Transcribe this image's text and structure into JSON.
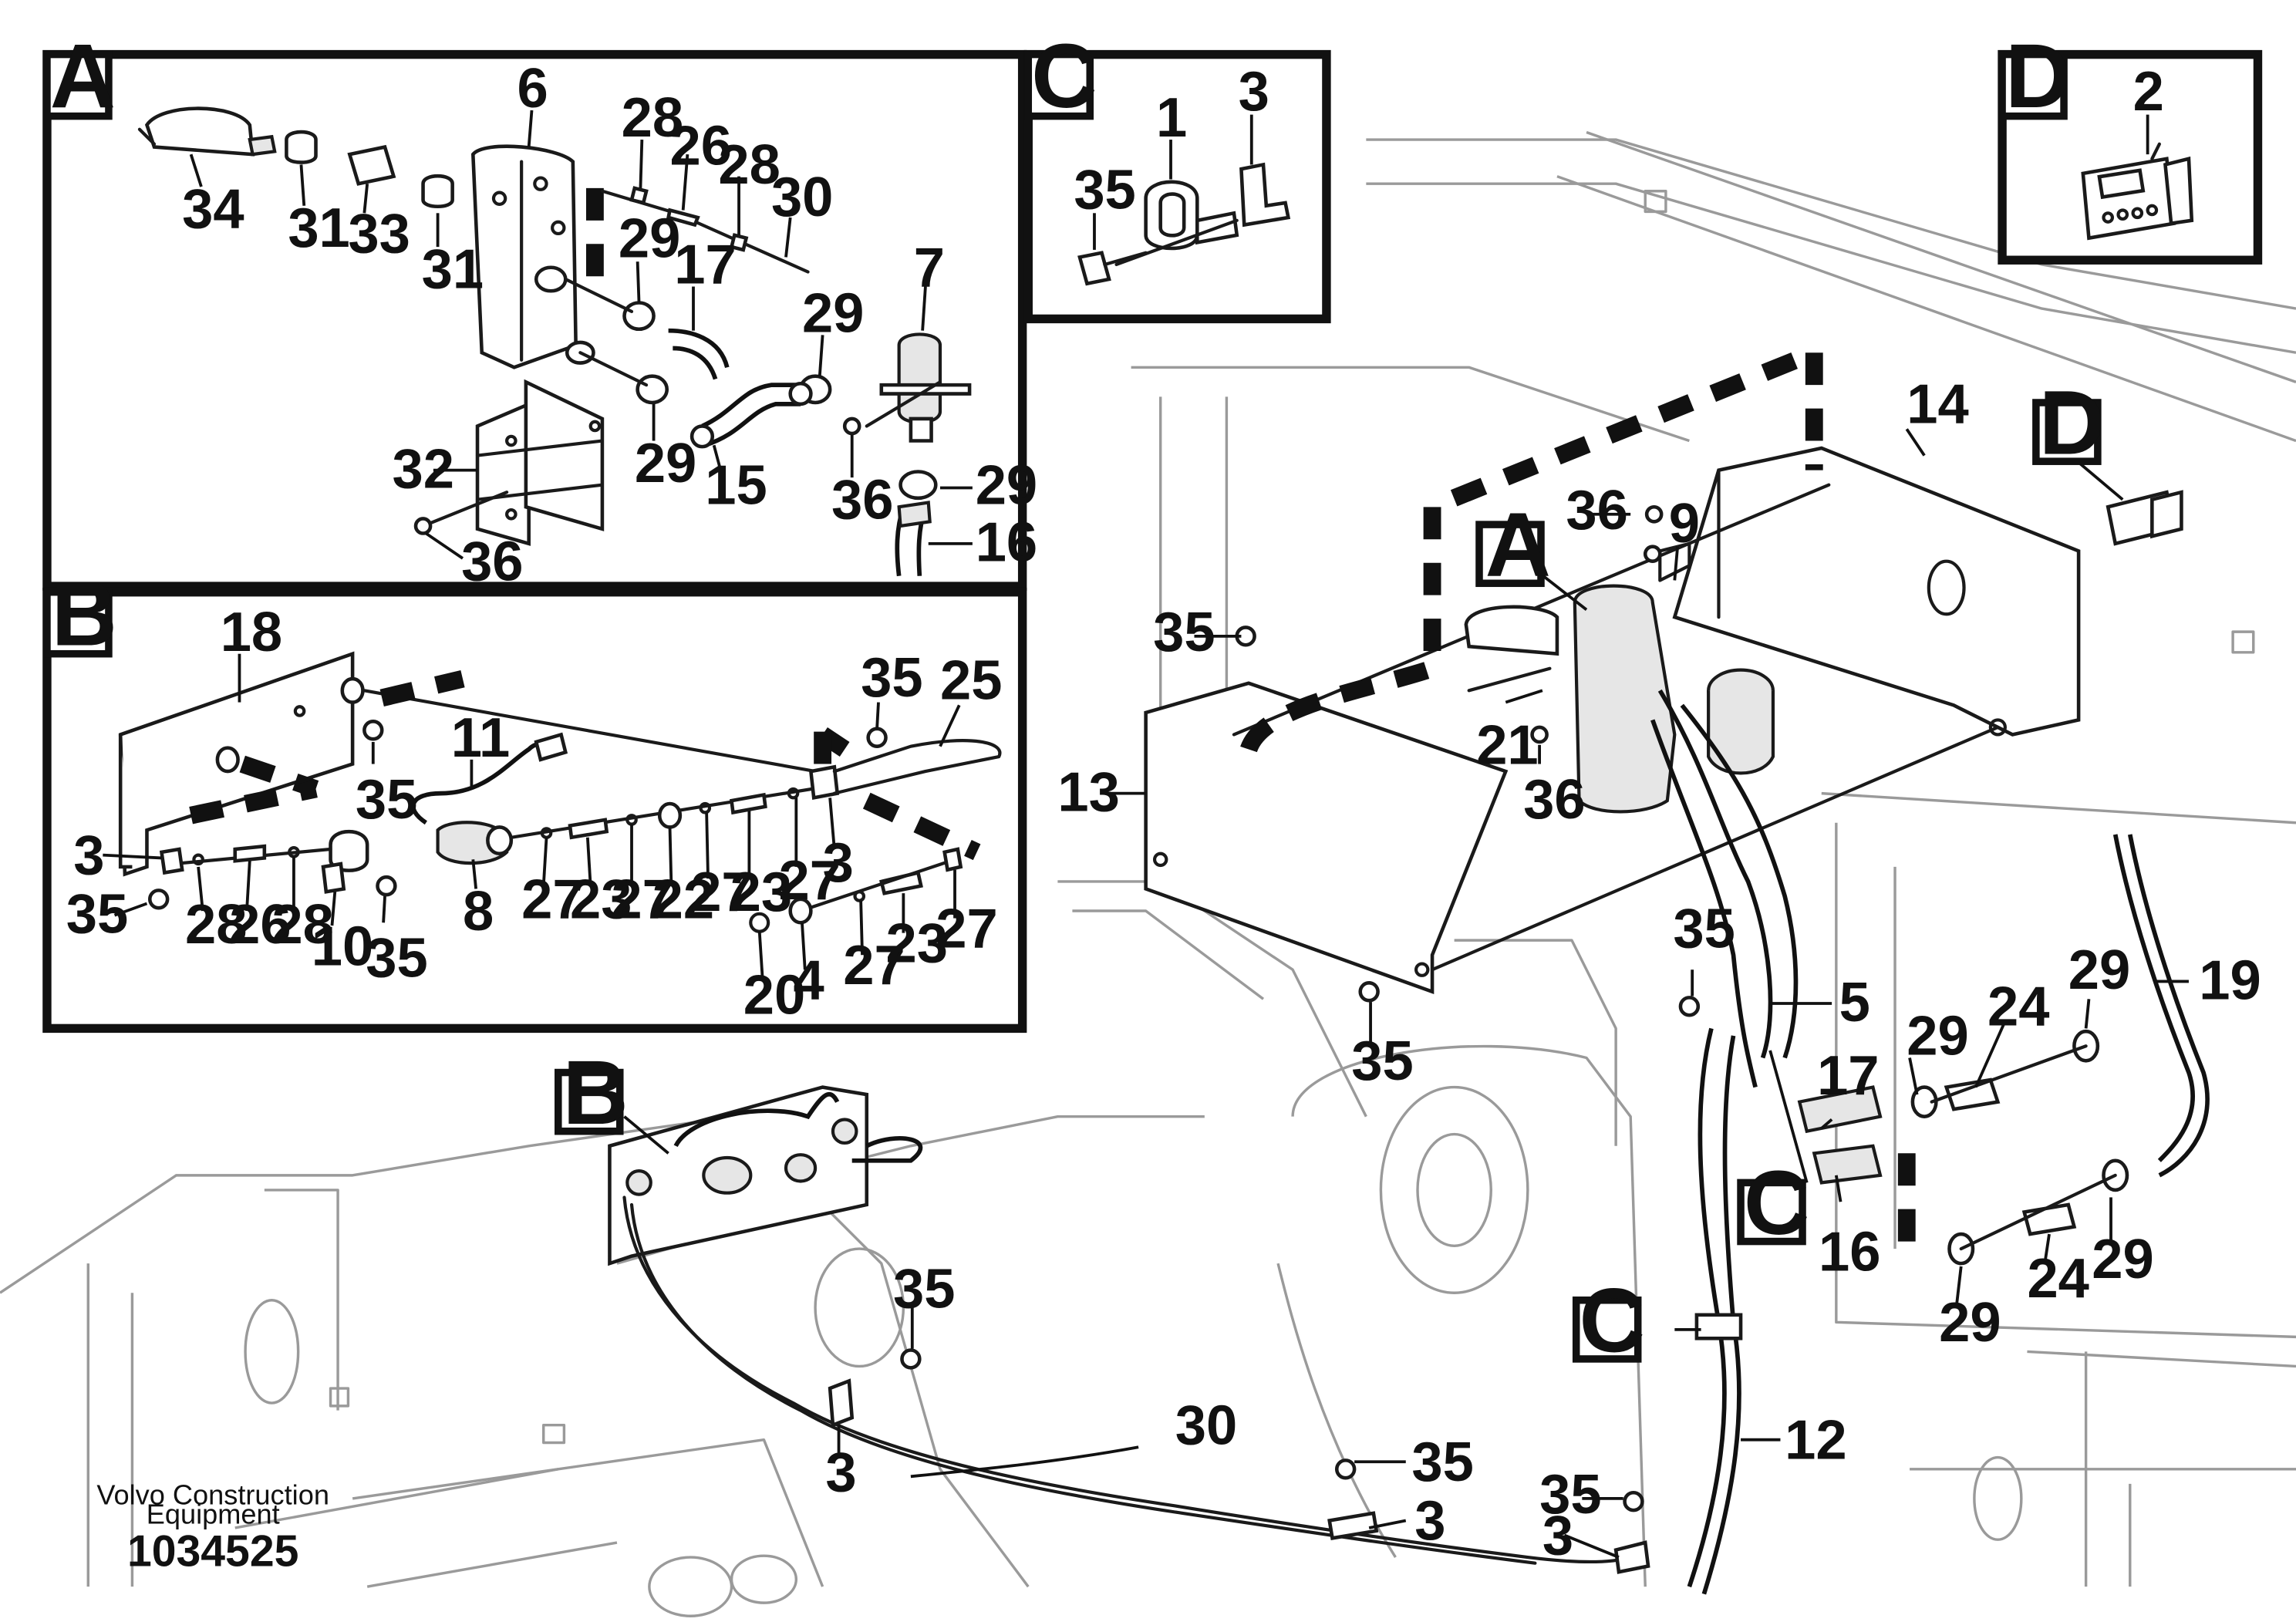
{
  "brand": {
    "line1": "Volvo Construction",
    "line2": "Equipment"
  },
  "document_number": "1034525",
  "detail_tags": {
    "A": "A",
    "B": "B",
    "C": "C",
    "D": "D"
  },
  "callouts": {
    "n1": "1",
    "n2": "2",
    "n3": "3",
    "n4": "4",
    "n5": "5",
    "n6": "6",
    "n7": "7",
    "n8": "8",
    "n9": "9",
    "n10": "10",
    "n11": "11",
    "n12": "12",
    "n13": "13",
    "n14": "14",
    "n15": "15",
    "n16": "16",
    "n17": "17",
    "n18": "18",
    "n19": "19",
    "n20": "20",
    "n21": "21",
    "n22": "22",
    "n23": "23",
    "n24": "24",
    "n25": "25",
    "n26": "26",
    "n27": "27",
    "n28": "28",
    "n29": "29",
    "n30": "30",
    "n31": "31",
    "n32": "32",
    "n33": "33",
    "n34": "34",
    "n35": "35",
    "n36": "36"
  }
}
